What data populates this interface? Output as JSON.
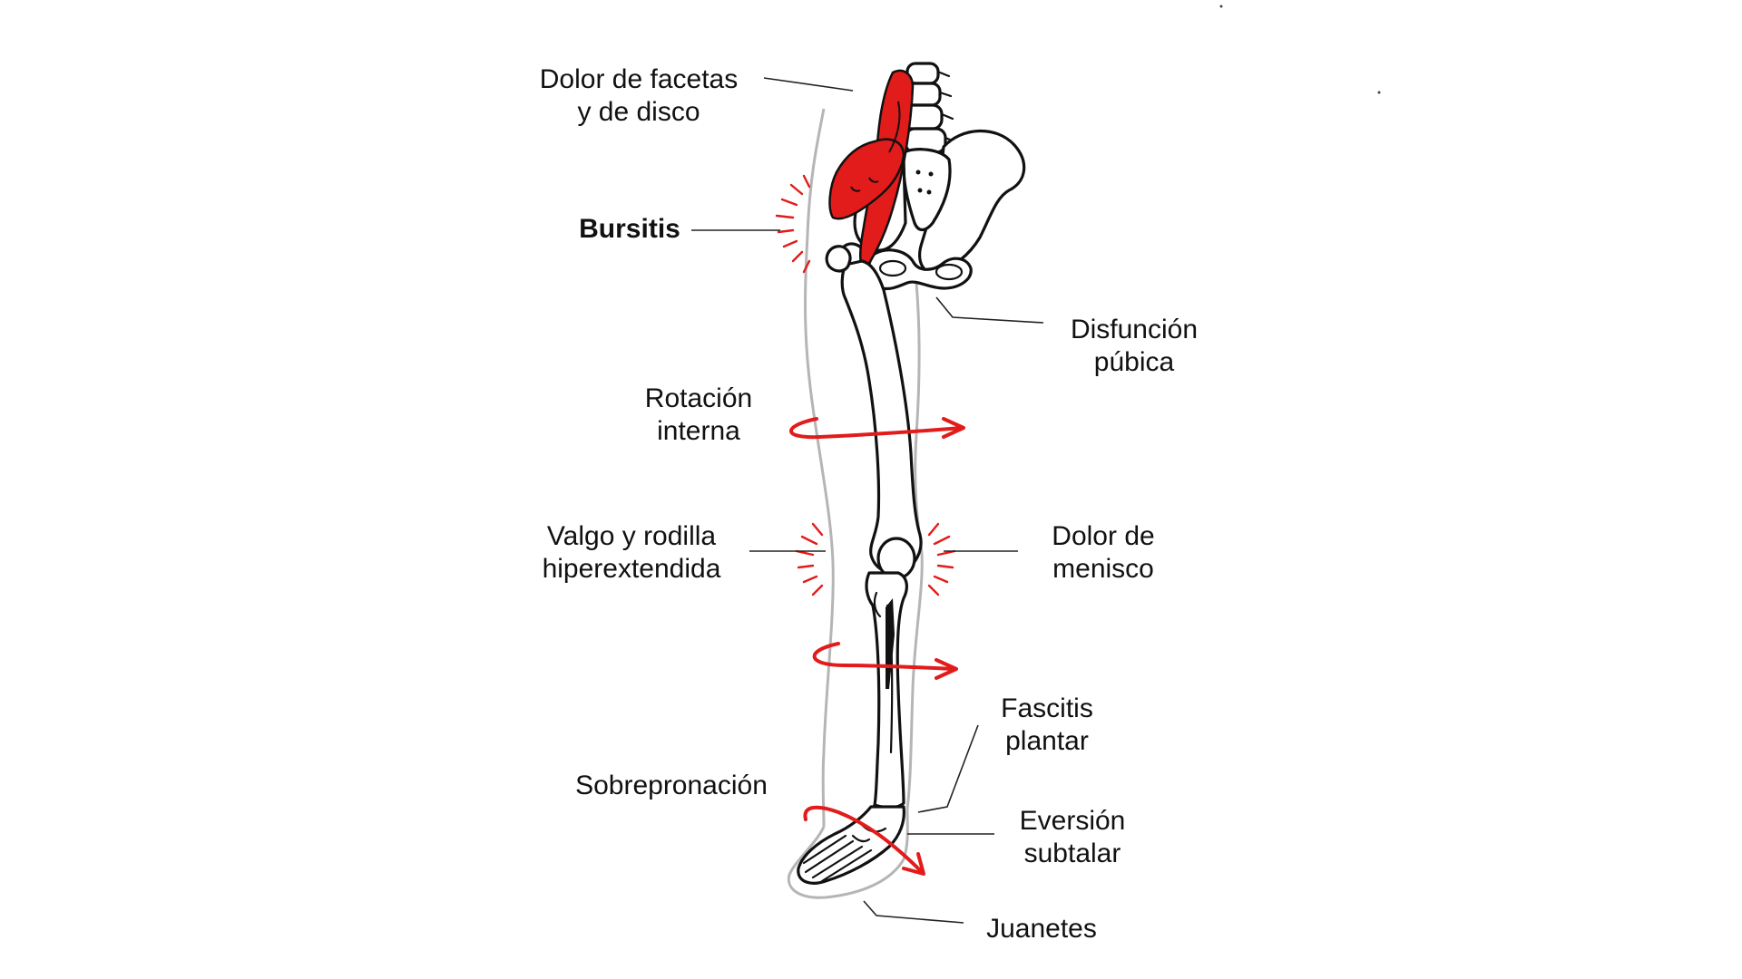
{
  "colors": {
    "accent": "#e21b1b",
    "line": "#111111",
    "skin_outline": "#b5b5b5",
    "background": "#ffffff"
  },
  "labels": {
    "facet_disc_pain": [
      "Dolor de facetas",
      "y de disco"
    ],
    "bursitis": [
      "Bursitis"
    ],
    "pubic_dysfunction": [
      "Disfunción",
      "púbica"
    ],
    "internal_rotation": [
      "Rotación",
      "interna"
    ],
    "valgus_knee": [
      "Valgo y rodilla",
      "hiperextendida"
    ],
    "meniscus_pain": [
      "Dolor de",
      "menisco"
    ],
    "plantar_fasciitis": [
      "Fascitis",
      "plantar"
    ],
    "overpronation": [
      "Sobrepronación"
    ],
    "subtalar_eversion": [
      "Eversión",
      "subtalar"
    ],
    "bunions": [
      "Juanetes"
    ]
  },
  "icons": {
    "muscle": "psoas-muscle-highlight",
    "pain_rays": "pain-burst-icon",
    "rotation": "rotation-arrow-icon"
  }
}
